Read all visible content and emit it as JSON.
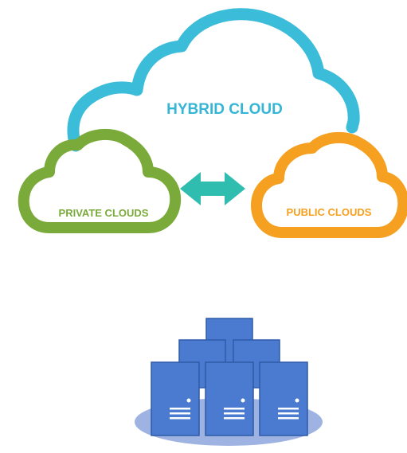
{
  "diagram": {
    "hybrid_cloud": {
      "label": "HYBRID CLOUD",
      "color": "#3bbcd9",
      "text_color": "#35b6d6"
    },
    "private_cloud": {
      "label": "PRIVATE CLOUDS",
      "color": "#7aab3a"
    },
    "public_cloud": {
      "label": "PUBLIC CLOUDS",
      "color": "#f5a020"
    },
    "connector": {
      "icon": "double-arrow-icon",
      "color": "#2fbdb0"
    },
    "server_cluster": {
      "icon": "server-stack-icon",
      "server_color": "#4a7bd0",
      "server_edge_color": "#2f5aa8",
      "platform_color": "#9fb3e3",
      "server_count": 6
    }
  }
}
